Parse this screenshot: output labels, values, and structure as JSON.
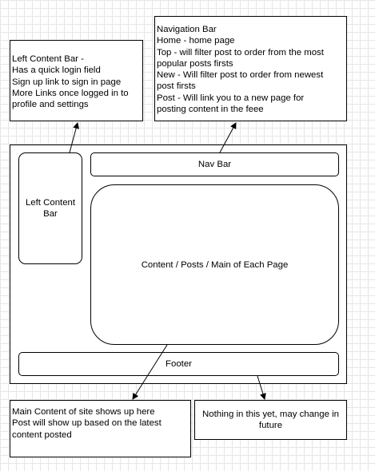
{
  "notes": {
    "left_content_bar": [
      "Left Content Bar -",
      "Has a quick login field",
      "Sign up link to sign in page",
      "More Links once logged in to",
      "profile and settings"
    ],
    "navigation_bar": [
      "Navigation Bar",
      "Home - home page",
      "Top - will filter post to order from the most",
      "popular posts firsts",
      "New - Will filter post to order from newest",
      "post firsts",
      "Post - Will link you to a new page for",
      "posting content in the feee"
    ],
    "main_content": [
      "Main Content of site shows up here",
      "Post will show up based on the latest",
      "content posted"
    ],
    "footer": [
      "Nothing in this yet, may change in",
      "future"
    ]
  },
  "layout_boxes": {
    "left_bar": [
      "Left Content",
      "Bar"
    ],
    "nav_bar": "Nav Bar",
    "content": "Content / Posts / Main of Each Page",
    "footer": "Footer"
  }
}
